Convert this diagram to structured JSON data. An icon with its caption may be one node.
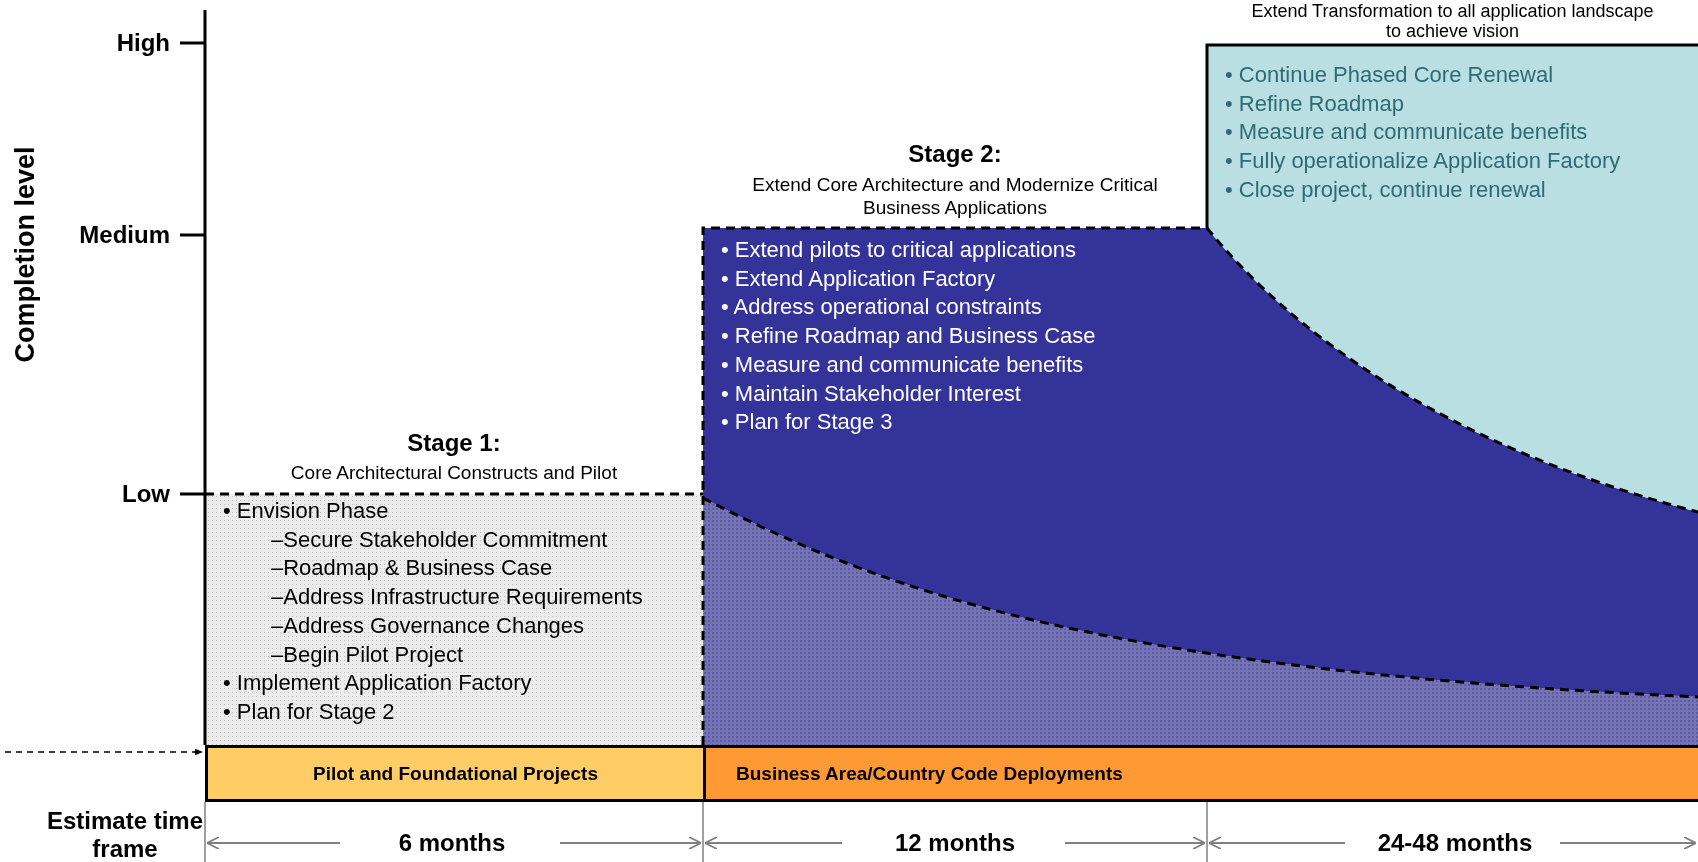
{
  "diagram": {
    "nodes": [
      {
        "text": [
          "Stage 1:",
          "Core Architectural Constructs and Pilot",
          "• Envision Phase",
          "–Secure Stakeholder Commitment",
          "–Roadmap & Business Case",
          "–Address Infrastructure Requirements",
          "–Address Governance Changes",
          "–Begin Pilot Project",
          "• Implement Application Factory",
          "• Plan for Stage 2"
        ]
      },
      {
        "text": [
          "Stage 2:",
          "Extend Core Architecture and Modernize Critical Business Applications",
          "• Extend pilots to critical applications",
          "• Extend Application Factory",
          "• Address operational constraints",
          "• Refine Roadmap and Business Case",
          "• Measure and communicate benefits",
          "• Maintain Stakeholder Interest",
          "• Plan for Stage 3"
        ]
      },
      {
        "text": [
          "Extend Transformation to all application landscape to achieve vision",
          "• Continue Phased Core Renewal",
          "• Refine Roadmap",
          "• Measure and communicate benefits",
          "• Fully operationalize Application Factory",
          "• Close project, continue renewal"
        ]
      },
      {
        "text": [
          "Pilot and Foundational Projects"
        ]
      },
      {
        "text": [
          "Business Area/Country Code Deployments"
        ]
      }
    ],
    "edges": [
      {
        "from": null,
        "to": 3,
        "arrow": "to",
        "style": "dashed"
      }
    ],
    "labels": [
      "Completion level",
      "High",
      "Medium",
      "Low",
      "Estimate time frame",
      "6  months",
      "12 months",
      "24-48 months"
    ]
  }
}
